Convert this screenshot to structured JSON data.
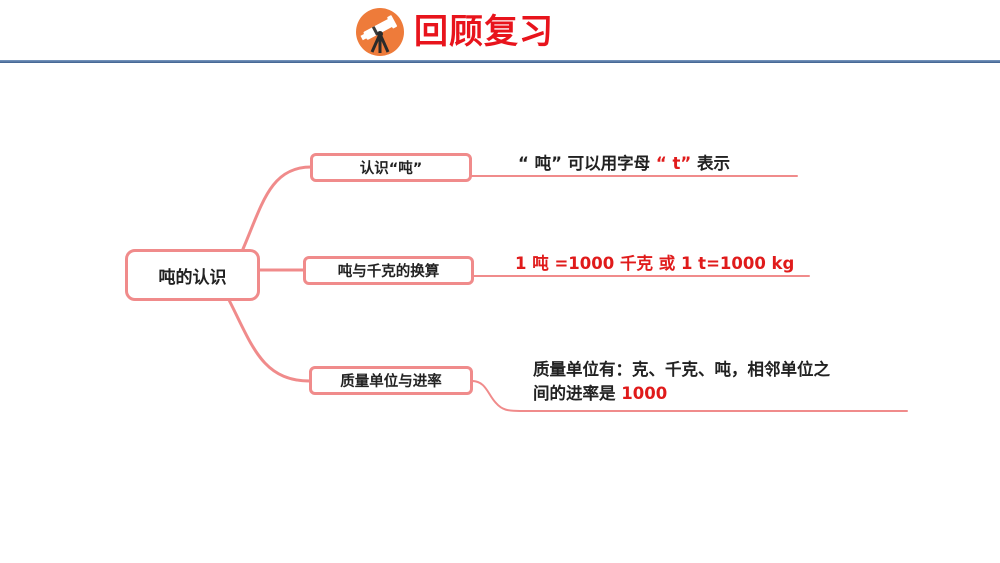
{
  "header": {
    "icon": "telescope-icon",
    "title": "回顾复习",
    "accent_color": "#e8141c",
    "icon_bg_color": "#ee7b3a",
    "rule_color": "#3d5f8e"
  },
  "mindmap": {
    "line_color": "#f08b8b",
    "root": {
      "label": "吨的认识"
    },
    "branches": [
      {
        "label": "认识“吨”",
        "detail": {
          "part1": "“ 吨” 可以用字母 ",
          "part2_highlight": "“ t”",
          "part3": " 表示"
        }
      },
      {
        "label": "吨与千克的换算",
        "detail": {
          "text": "1 吨 =1000 千克 或 1 t=1000 kg"
        }
      },
      {
        "label": "质量单位与进率",
        "detail": {
          "line1": "质量单位有：克、千克、吨，相邻单位之",
          "line2_prefix": "间的进率是 ",
          "line2_highlight": "1000"
        }
      }
    ]
  }
}
